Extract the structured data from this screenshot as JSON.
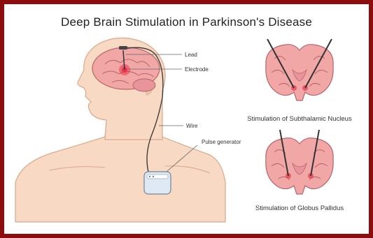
{
  "title": "Deep Brain Stimulation in Parkinson's Disease",
  "labels": {
    "lead": "Lead",
    "electrode": "Electrode",
    "wire": "Wire",
    "pulse_generator": "Pulse generator"
  },
  "captions": {
    "subthalamic": "Stimulation of Subthalamic Nucleus",
    "globus": "Stimulation of Globus Pallidus"
  },
  "colors": {
    "frame": "#8b0d0d",
    "skin": "#f7d9c4",
    "skin_outline": "#d9a98c",
    "brain": "#f2a7a7",
    "brain_outline": "#b8646a",
    "stimulation": "#e8364d"
  }
}
